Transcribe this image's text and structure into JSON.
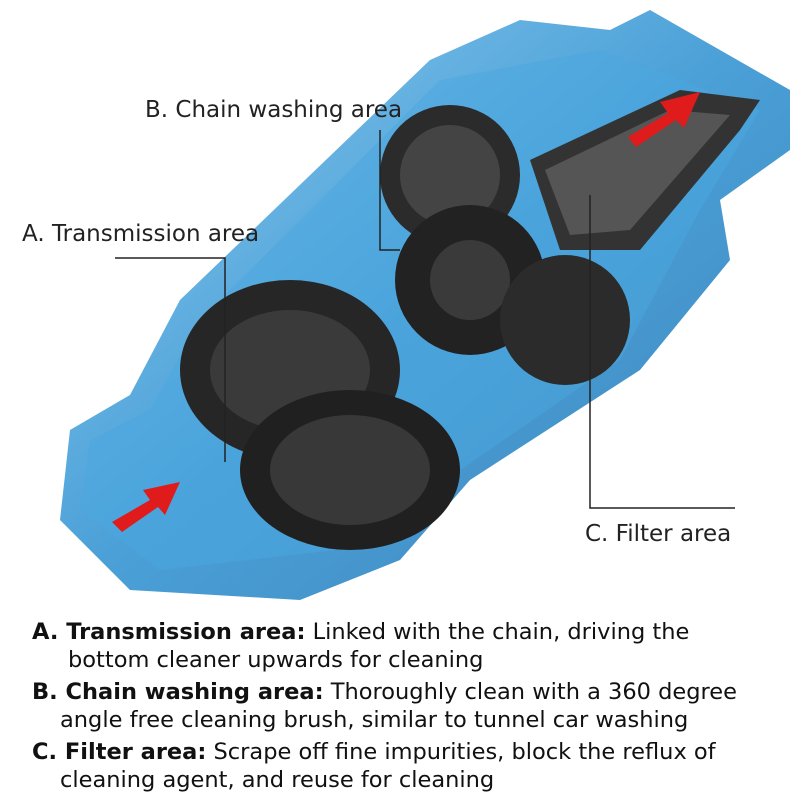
{
  "callouts": {
    "a": "A. Transmission area",
    "b": "B. Chain washing area",
    "c": "C. Filter area"
  },
  "descriptions": [
    {
      "title": "A. Transmission area:",
      "line1": "Linked with the chain, driving the",
      "line2": "bottom cleaner upwards for cleaning"
    },
    {
      "title": "B. Chain washing area:",
      "line1": "Thoroughly clean with a 360 degree",
      "line2": "angle free cleaning brush, similar to tunnel car washing"
    },
    {
      "title": "C. Filter area:",
      "line1": "Scrape off fine impurities, block the reflux of",
      "line2": "cleaning agent, and reuse for cleaning"
    }
  ],
  "colors": {
    "housing": "#2a8fd0",
    "gear": "#2b2b2b",
    "arrow": "#e01b1b"
  }
}
